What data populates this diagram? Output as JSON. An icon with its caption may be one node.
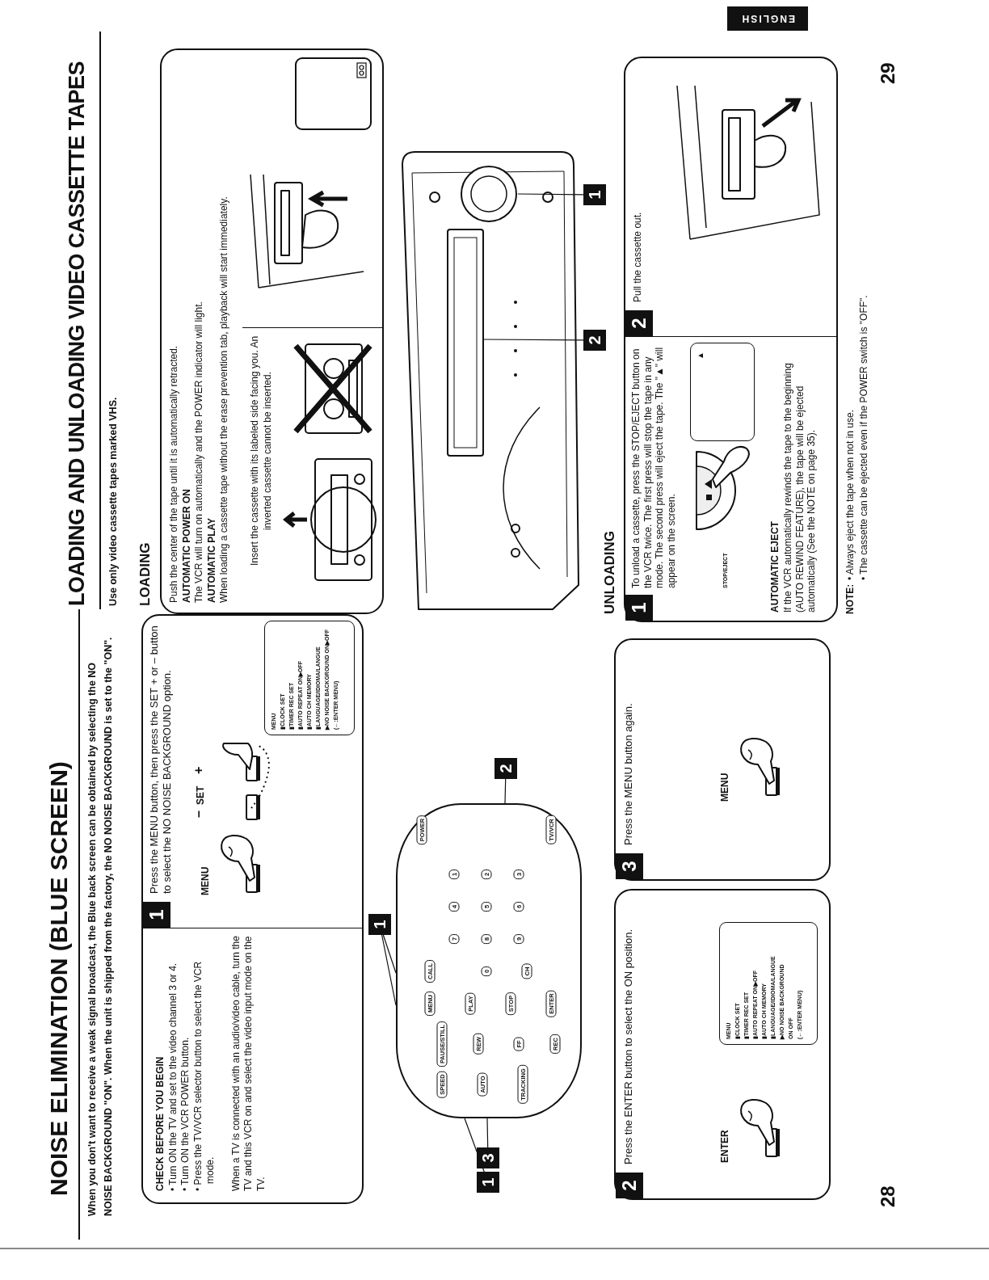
{
  "diagram": {
    "nodes": [
      {
        "text": [],
        "shape": "box"
      },
      {
        "text": [
          "CHECK BEFORE YOU BEGIN",
          "• Turn ON the TV and set to the video channel 3 or 4.",
          "• Turn ON the VCR POWER button.",
          "• Press the TV/VCR selector button to select the VCR mode.",
          "When a TV is connected with an audio/video cable, turn the TV and this VCR on and select the video input mode on the TV."
        ],
        "in": 0
      },
      {
        "text": [
          "1",
          "Press the MENU button, then press the SET + or – button to select the NO NOISE BACKGROUND option.",
          "MENU",
          "–",
          "SET",
          "+"
        ],
        "in": 0
      },
      {
        "text": [
          "MENU",
          "▮CLOCK SET",
          "▮TIMER REC SET",
          "▮AUTO REPEAT ON▶OFF",
          "▮AUTO CH MEMORY",
          "▮LANGUAGE/IDIOMA/LANGUE",
          "▶NO NOISE BACKGROUND ON▶OFF",
          "(←:ENTER MENU)"
        ],
        "in": 0
      },
      {
        "text": [
          "POWER",
          "TV/VCR",
          "1",
          "2",
          "3",
          "4",
          "5",
          "6",
          "7",
          "8",
          "9",
          "0",
          "CH",
          "MENU",
          "CALL",
          "ENTER",
          "REW",
          "FF",
          "PLAY",
          "STOP",
          "PAUSE/STILL",
          "REC",
          "SPEED",
          "AUTO",
          "TRACKING"
        ]
      },
      {
        "text": [
          "1"
        ]
      },
      {
        "text": [
          "1"
        ]
      },
      {
        "text": [
          "3"
        ]
      },
      {
        "text": [
          "2"
        ]
      },
      {
        "text": [
          "2",
          "Press the ENTER button to select the ON position.",
          "ENTER"
        ]
      },
      {
        "text": [
          "MENU",
          "▮CLOCK SET",
          "▮TIMER REC SET",
          "▮AUTO REPEAT ON▶OFF",
          "▮AUTO CH MEMORY",
          "▮LANGUAGE/IDIOMA/LANGUE",
          "▶NO NOISE BACKGROUND",
          "ON OFF",
          "(←:ENTER MENU)"
        ],
        "in": 9
      },
      {
        "text": [
          "3",
          "Press the MENU button again.",
          "MENU"
        ]
      },
      {
        "text": [
          "Push the center of the tape until it is automatically retracted.",
          "AUTOMATIC POWER ON",
          "The VCR will turn on automatically and the POWER indicator will light.",
          "AUTOMATIC PLAY",
          "When loading a cassette tape without the erase prevention tab, playback will start immediately.",
          "Insert the cassette with its labeled side facing you. An inverted cassette cannot be inserted."
        ]
      },
      {
        "text": [],
        "shape": "box",
        "in": 12
      },
      {
        "text": [
          "2"
        ]
      },
      {
        "text": [
          "1"
        ]
      },
      {
        "text": [],
        "shape": "box"
      },
      {
        "text": [
          "1",
          "To unload a cassette, press the STOP/EJECT button on the VCR twice. The first press will stop the tape in any mode. The second press will eject the tape. The \"▲\" will appear on the screen.",
          "STOP/EJECT",
          "AUTOMATIC EJECT",
          "If the VCR automatically rewinds the tape to the beginning (AUTO REWIND FEATURE), the tape will be ejected automatically (See the NOTE on page 35)."
        ],
        "in": 16
      },
      {
        "text": [
          "▲"
        ],
        "in": 17
      },
      {
        "text": [
          "2",
          "Pull the cassette out."
        ],
        "in": 16
      },
      {
        "text": [
          "ENGLISH"
        ]
      }
    ],
    "edges": [
      {
        "from": 5,
        "to": 4,
        "arrow": "none"
      },
      {
        "from": 5,
        "to": 4,
        "arrow": "none"
      },
      {
        "from": 6,
        "to": 4,
        "arrow": "none"
      },
      {
        "from": 7,
        "to": 4,
        "arrow": "none"
      },
      {
        "from": 8,
        "to": 4,
        "arrow": "none"
      },
      {
        "from": 14,
        "to": null,
        "arrow": "none"
      },
      {
        "from": 15,
        "to": null,
        "arrow": "none"
      }
    ],
    "labels": [
      "NOISE ELIMINATION (BLUE SCREEN)",
      "When you don't want to receive a weak signal broadcast, the Blue back screen can be obtained by selecting the NO NOISE BACKGROUND \"ON\". When the unit is shipped from the factory, the NO NOISE BACKGROUND is set to the \"ON\".",
      "LOADING AND UNLOADING VIDEO CASSETTE TAPES",
      "Use only video cassette tapes marked VHS.",
      "LOADING",
      "UNLOADING",
      "NOTE:",
      "• Always eject the tape when not in use.",
      "• The cassette can be ejected even if the POWER switch is \"OFF\".",
      "28",
      "29"
    ]
  }
}
